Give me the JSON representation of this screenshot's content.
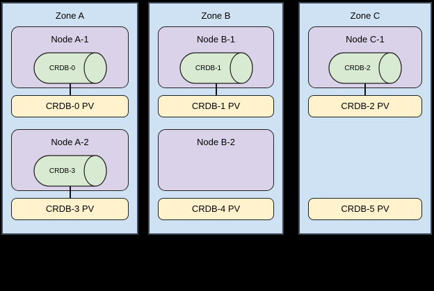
{
  "colors": {
    "background": "#000000",
    "zone_fill": "#cfe2f3",
    "zone_border": "#3e4a59",
    "node_fill": "#d9d2e9",
    "cylinder_fill": "#d9ead3",
    "pv_fill": "#fff2cc",
    "shape_border": "#1f1f1f",
    "connector": "#111111",
    "text": "#000000"
  },
  "zones": [
    {
      "title": "Zone A",
      "nodes": [
        {
          "label": "Node A-1",
          "db": "CRDB-0"
        },
        {
          "label": "Node A-2",
          "db": "CRDB-3"
        }
      ],
      "pvs": [
        {
          "label": "CRDB-0 PV"
        },
        {
          "label": "CRDB-3 PV"
        }
      ]
    },
    {
      "title": "Zone B",
      "nodes": [
        {
          "label": "Node B-1",
          "db": "CRDB-1"
        },
        {
          "label": "Node B-2"
        }
      ],
      "pvs": [
        {
          "label": "CRDB-1 PV"
        },
        {
          "label": "CRDB-4 PV"
        }
      ]
    },
    {
      "title": "Zone C",
      "nodes": [
        {
          "label": "Node C-1",
          "db": "CRDB-2"
        }
      ],
      "pvs": [
        {
          "label": "CRDB-2 PV"
        },
        {
          "label": "CRDB-5 PV"
        }
      ]
    }
  ]
}
